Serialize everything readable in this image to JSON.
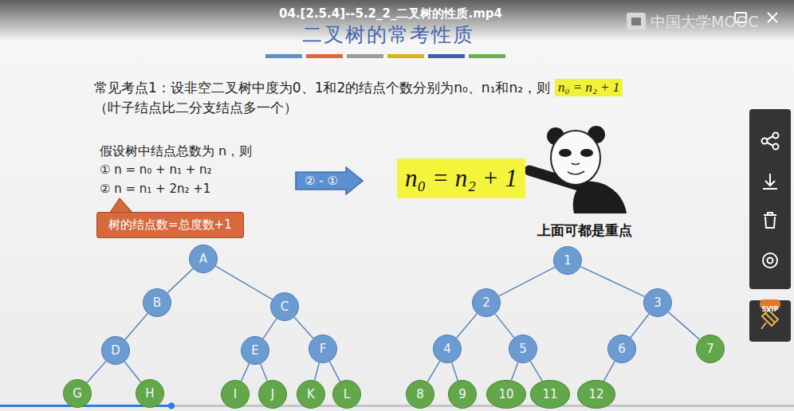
{
  "diagram": {
    "title": "二叉树的常考性质",
    "nodes": [
      {
        "text": [
          "n₀ = n₂ + 1"
        ]
      },
      {
        "text": [
          "树的结点数=总度数+1"
        ]
      },
      {
        "text": [
          "② - ①"
        ]
      },
      {
        "text": [
          "n₀ = n₂ + 1"
        ]
      },
      {
        "text": [
          "A"
        ]
      },
      {
        "text": [
          "B"
        ]
      },
      {
        "text": [
          "C"
        ]
      },
      {
        "text": [
          "D"
        ]
      },
      {
        "text": [
          "E"
        ]
      },
      {
        "text": [
          "F"
        ]
      },
      {
        "text": [
          "G"
        ]
      },
      {
        "text": [
          "H"
        ]
      },
      {
        "text": [
          "I"
        ]
      },
      {
        "text": [
          "J"
        ]
      },
      {
        "text": [
          "K"
        ]
      },
      {
        "text": [
          "L"
        ]
      },
      {
        "text": [
          "1"
        ]
      },
      {
        "text": [
          "2"
        ]
      },
      {
        "text": [
          "3"
        ]
      },
      {
        "text": [
          "4"
        ]
      },
      {
        "text": [
          "5"
        ]
      },
      {
        "text": [
          "6"
        ]
      },
      {
        "text": [
          "7"
        ]
      },
      {
        "text": [
          "8"
        ]
      },
      {
        "text": [
          "9"
        ]
      },
      {
        "text": [
          "10"
        ]
      },
      {
        "text": [
          "11"
        ]
      },
      {
        "text": [
          "12"
        ]
      }
    ],
    "edges": [
      {
        "from": 4,
        "to": 5,
        "arrow": "none"
      },
      {
        "from": 4,
        "to": 6,
        "arrow": "none"
      },
      {
        "from": 5,
        "to": 7,
        "arrow": "none"
      },
      {
        "from": 6,
        "to": 8,
        "arrow": "none"
      },
      {
        "from": 6,
        "to": 9,
        "arrow": "none"
      },
      {
        "from": 7,
        "to": 10,
        "arrow": "none"
      },
      {
        "from": 7,
        "to": 11,
        "arrow": "none"
      },
      {
        "from": 8,
        "to": 12,
        "arrow": "none"
      },
      {
        "from": 8,
        "to": 13,
        "arrow": "none"
      },
      {
        "from": 9,
        "to": 14,
        "arrow": "none"
      },
      {
        "from": 9,
        "to": 15,
        "arrow": "none"
      },
      {
        "from": 16,
        "to": 17,
        "arrow": "none"
      },
      {
        "from": 16,
        "to": 18,
        "arrow": "none"
      },
      {
        "from": 17,
        "to": 19,
        "arrow": "none"
      },
      {
        "from": 17,
        "to": 20,
        "arrow": "none"
      },
      {
        "from": 18,
        "to": 21,
        "arrow": "none"
      },
      {
        "from": 18,
        "to": 22,
        "arrow": "none"
      },
      {
        "from": 19,
        "to": 23,
        "arrow": "none"
      },
      {
        "from": 19,
        "to": 24,
        "arrow": "none"
      },
      {
        "from": 20,
        "to": 25,
        "arrow": "none"
      },
      {
        "from": 20,
        "to": 26,
        "arrow": "none"
      },
      {
        "from": 21,
        "to": 27,
        "arrow": "none"
      }
    ],
    "labels": [
      "04.[2.5.4]--5.2_2_二叉树的性质.mp4",
      "中国大学MOOC",
      "常见考点1：设非空二叉树中度为0、1和2的结点个数分别为n₀、n₁和n₂，则",
      "（叶子结点比二分支结点多一个）",
      "假设树中结点总数为 n，则",
      "① n = n₀ + n₁ + n₂",
      "② n = n₁ + 2n₂ +1",
      "上面可都是重点",
      "SVIP"
    ]
  }
}
